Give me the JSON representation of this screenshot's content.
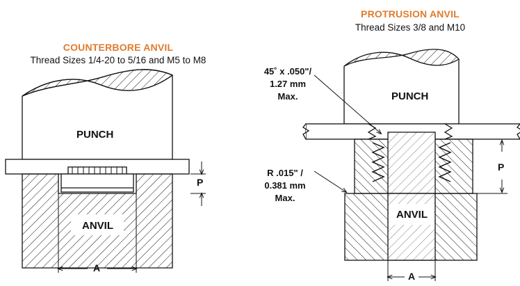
{
  "colors": {
    "accent": "#e07b2e",
    "ink": "#111111",
    "fill": "#ffffff"
  },
  "left": {
    "title": "COUNTERBORE ANVIL",
    "subtitle": "Thread Sizes 1/4-20 to 5/16 and M5 to M8",
    "punch_label": "PUNCH",
    "anvil_label": "ANVIL",
    "dim_p": "P",
    "dim_a": "A"
  },
  "right": {
    "title": "PROTRUSION ANVIL",
    "subtitle": "Thread Sizes 3/8 and M10",
    "punch_label": "PUNCH",
    "anvil_label": "ANVIL",
    "dim_p": "P",
    "dim_a": "A",
    "callout_chamfer": [
      "45˚ x .050\"/",
      "1.27 mm",
      "Max."
    ],
    "callout_radius": [
      "R .015\" /",
      "0.381 mm",
      "Max."
    ]
  }
}
